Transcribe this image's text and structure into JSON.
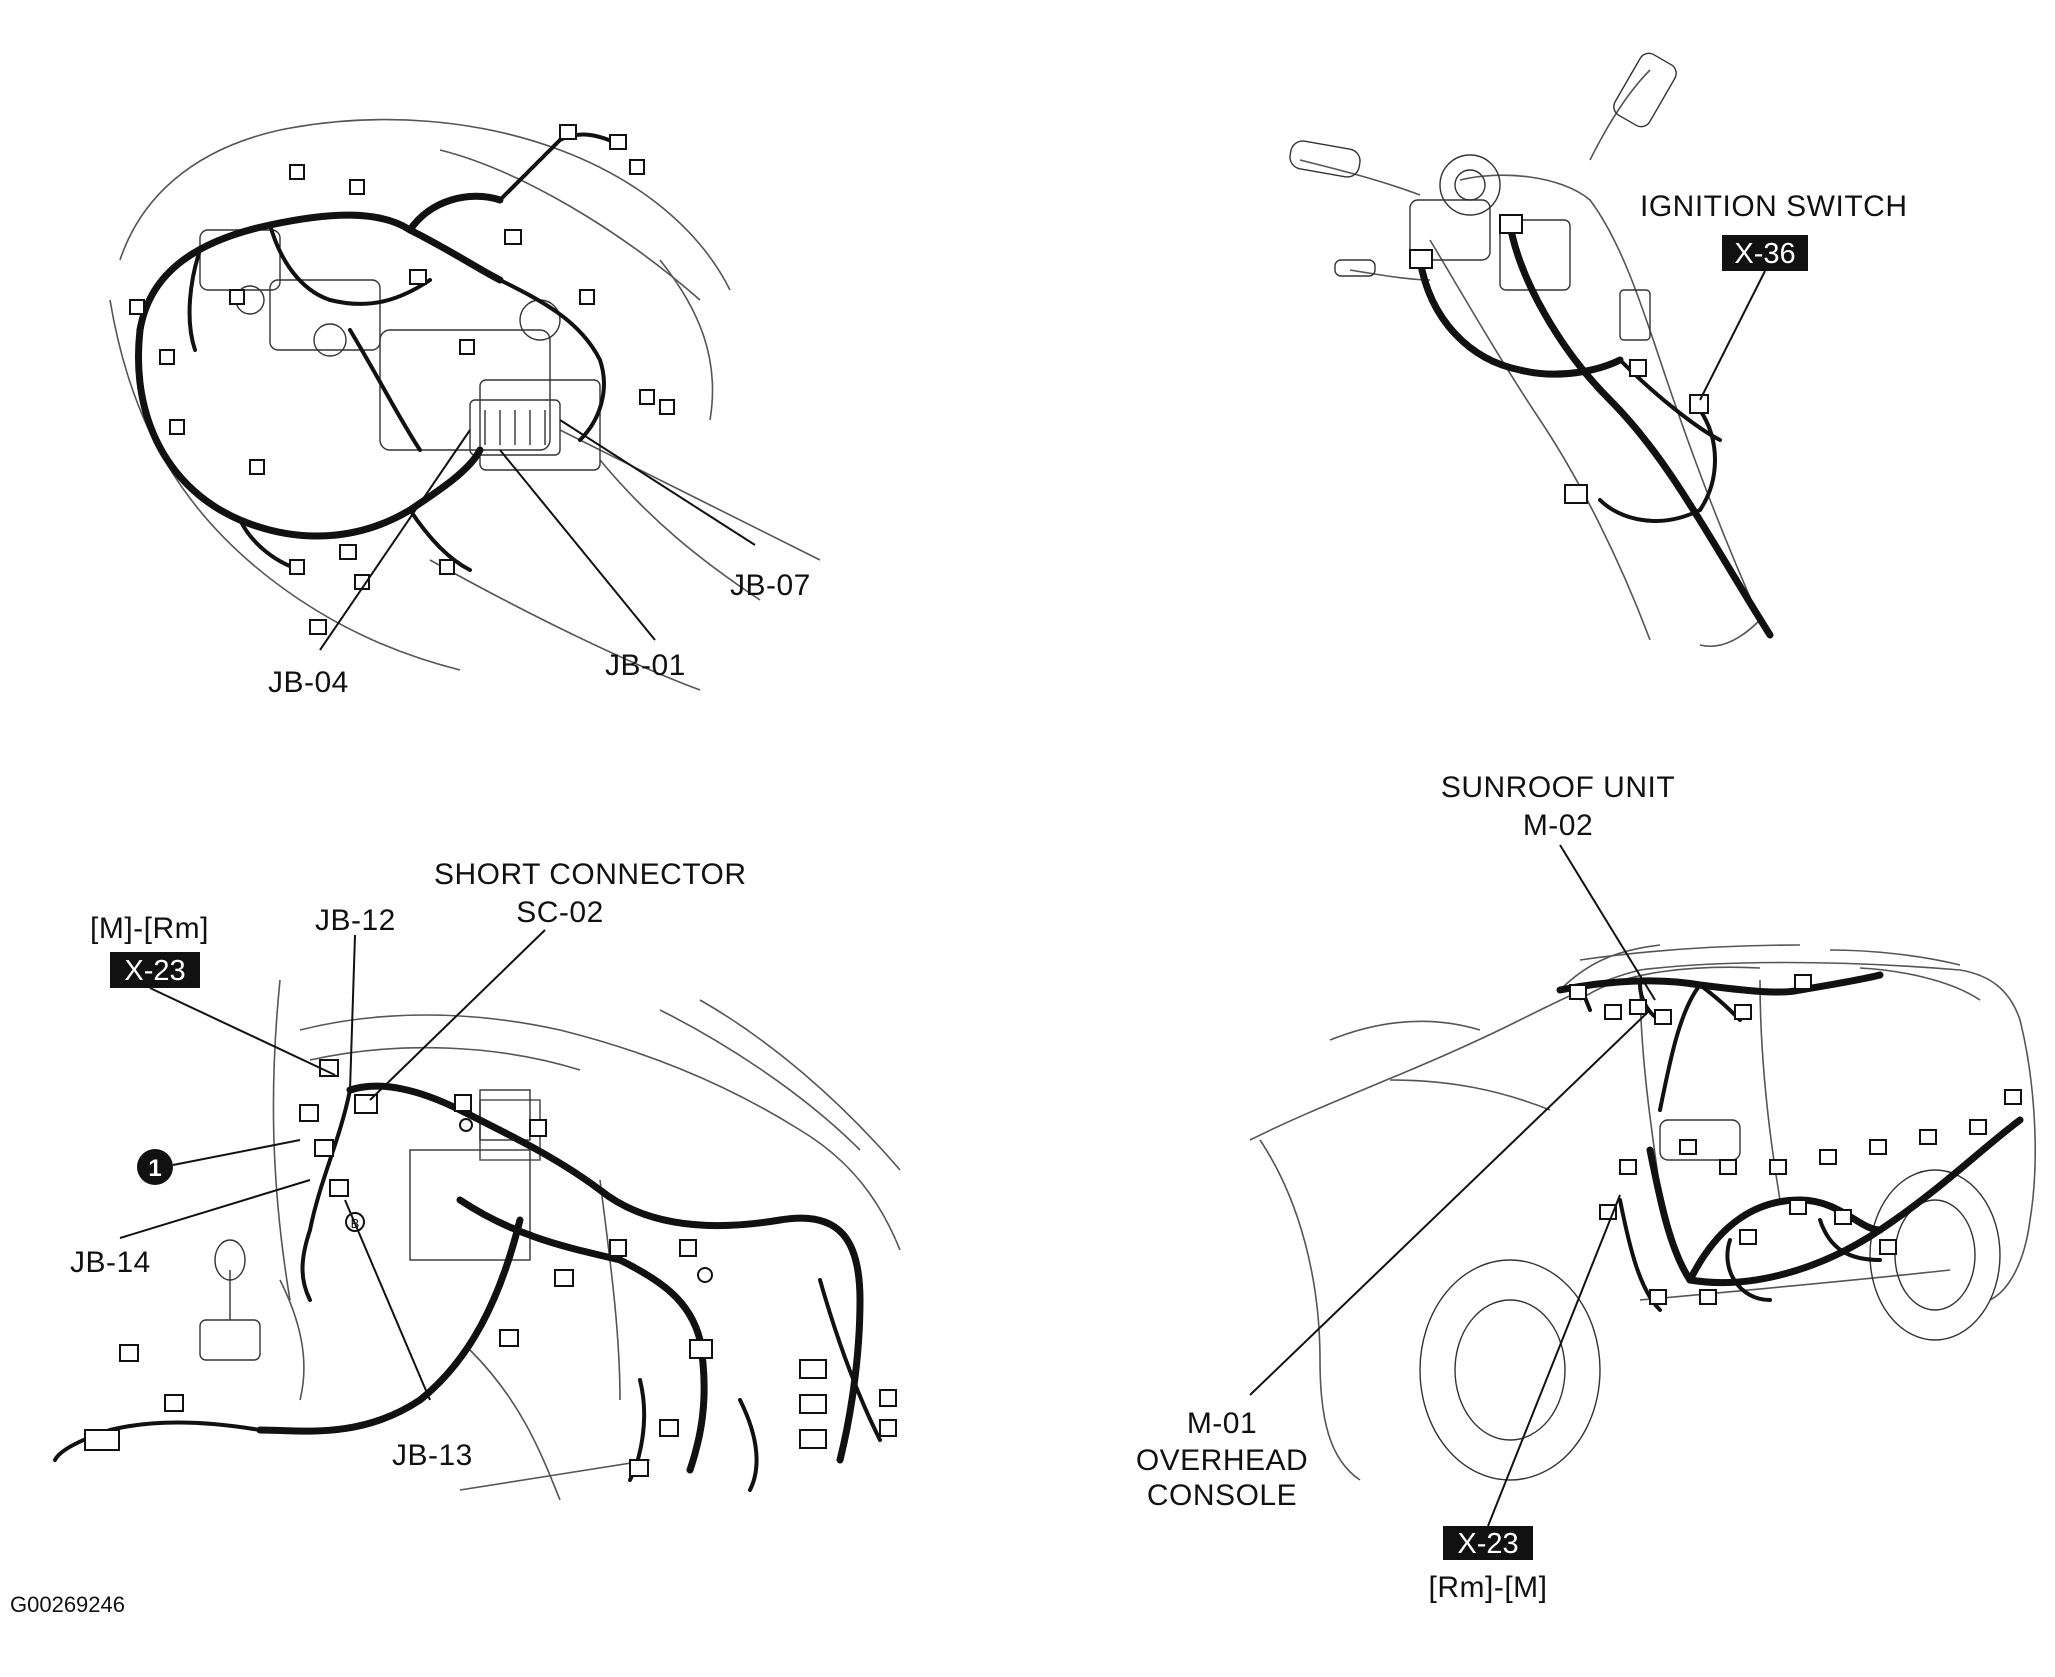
{
  "figure_id": "G00269246",
  "panels": {
    "engine_bay": {
      "labels": {
        "jb07": "JB-07",
        "jb01": "JB-01",
        "jb04": "JB-04"
      }
    },
    "ignition": {
      "title": "IGNITION SWITCH",
      "tag": "X-36"
    },
    "dashboard": {
      "short_connector_title": "SHORT CONNECTOR",
      "short_connector_code": "SC-02",
      "m_rm": "[M]-[Rm]",
      "tag": "X-23",
      "jb12": "JB-12",
      "jb14": "JB-14",
      "jb13": "JB-13",
      "callout_number": "1",
      "small_marker": "B"
    },
    "vehicle": {
      "sunroof_title": "SUNROOF UNIT",
      "sunroof_code": "M-02",
      "m01_code": "M-01",
      "m01_line1": "OVERHEAD",
      "m01_line2": "CONSOLE",
      "tag": "X-23",
      "rm_m": "[Rm]-[M]"
    }
  },
  "colors": {
    "ink": "#111111",
    "tag_background": "#111111",
    "tag_text": "#ffffff"
  }
}
